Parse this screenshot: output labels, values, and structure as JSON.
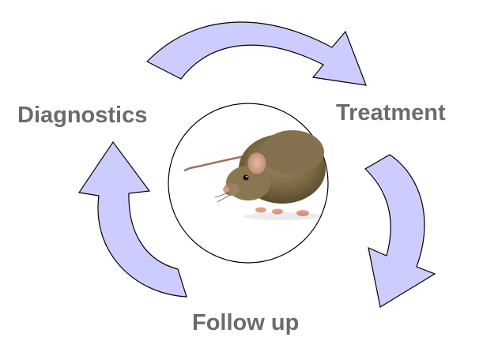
{
  "diagram": {
    "type": "cycle",
    "steps": [
      {
        "label": "Diagnostics"
      },
      {
        "label": "Treatment"
      },
      {
        "label": "Follow up"
      }
    ],
    "center_image": "mouse",
    "arrow_fill": "#ccccff",
    "arrow_stroke": "#000000",
    "label_color": "#6b6b6b",
    "circle_fill": "#ffffff"
  }
}
